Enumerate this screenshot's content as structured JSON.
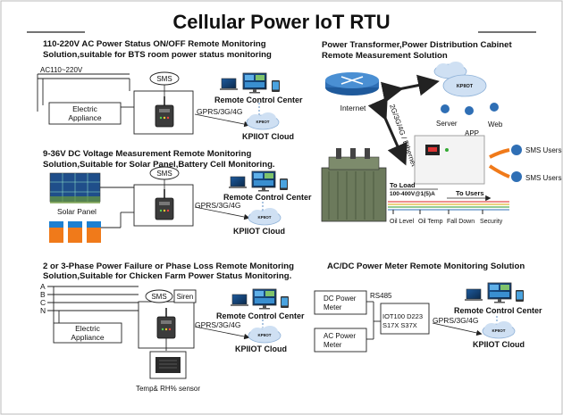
{
  "title": "Cellular Power IoT RTU",
  "colors": {
    "line": "#222",
    "cloud": "#cfe0f3",
    "router": "#2f6fb5",
    "orange": "#f07a1a",
    "device": "#3a3a3a"
  },
  "s1": {
    "heading1": "110-220V AC Power Status ON/OFF Remote Monitoring",
    "heading2": "Solution,suitable for BTS room power status monitoring",
    "ac_label": "AC110~220V",
    "appliance1": "Electric",
    "appliance2": "Appliance",
    "sms": "SMS",
    "rcc": "Remote Control Center",
    "gprs": "GPRS/3G/4G",
    "cloud_logo": "KPIIOT",
    "cloud": "KPIIOT Cloud"
  },
  "s2": {
    "heading1": "9-36V DC Voltage Measurement Remote Monitoring",
    "heading2": "Solution,Suitable for Solar Panel,Battery Cell Monitoring.",
    "solar": "Solar Panel",
    "sms": "SMS",
    "rcc": "Remote Control Center",
    "gprs": "GPRS/3G/4G",
    "cloud_logo": "KPIIOT",
    "cloud": "KPIIOT Cloud"
  },
  "s3": {
    "heading1": "2 or 3-Phase Power Failure or Phase Loss Remote Monitoring",
    "heading2": "Solution,Suitable for Chicken Farm Power Status Monitoring.",
    "phase_a": "A",
    "phase_b": "B",
    "phase_c": "C",
    "phase_n": "N",
    "appliance1": "Electric",
    "appliance2": "Appliance",
    "sms": "SMS",
    "siren": "Siren",
    "rcc": "Remote Control Center",
    "gprs": "GPRS/3G/4G",
    "cloud_logo": "KPIIOT",
    "cloud": "KPIIOT Cloud",
    "sensor": "Temp& RH% sensor"
  },
  "s4": {
    "heading1": "Power Transformer,Power Distribution Cabinet",
    "heading2": "Remote Measurement Solution",
    "internet": "Internet",
    "network": "2G/3G/4G / Ethernet",
    "cloud_logo": "KPIIOT",
    "server": "Server",
    "app": "APP",
    "web": "Web",
    "sms_users_1": "SMS Users",
    "sms_users_2": "SMS Users",
    "to_load": "To Load",
    "load_range": "100-400V@1(5)A",
    "to_users": "To Users",
    "oil_level": "Oil Level",
    "oil_temp": "Oil Temp",
    "fall_down": "Fall Down",
    "security": "Security"
  },
  "s5": {
    "heading": "AC/DC Power Meter Remote Monitoring Solution",
    "dc1": "DC Power",
    "dc2": "Meter",
    "ac1": "AC  Power",
    "ac2": "Meter",
    "rs485": "RS485",
    "models1": "IOT100 D223",
    "models2": "S17X  S37X",
    "rcc": "Remote Control Center",
    "gprs": "GPRS/3G/4G",
    "cloud_logo": "KPIIOT",
    "cloud": "KPIIOT Cloud"
  }
}
